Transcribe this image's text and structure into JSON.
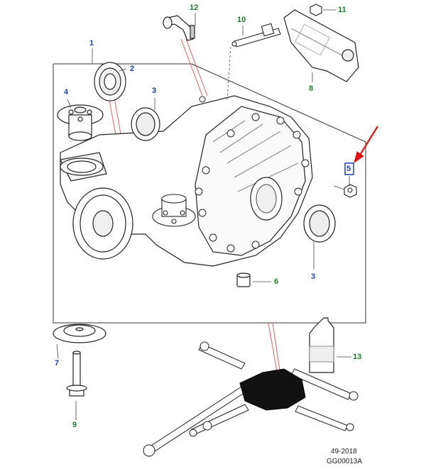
{
  "callouts": {
    "c1": "1",
    "c2": "2",
    "c3a": "3",
    "c3b": "3",
    "c4": "4",
    "c5": "5",
    "c6": "6",
    "c7": "7",
    "c8": "8",
    "c9": "9",
    "c10": "10",
    "c11": "11",
    "c12": "12",
    "c13": "13"
  },
  "footer": {
    "date_code": "49-2018",
    "drawing_code": "GG00013A"
  },
  "colors": {
    "blue_callout": "#1a3fb0",
    "green_callout": "#1f7a2a",
    "highlight_box": "#1a3fb0",
    "pointer_arrow": "#e01010",
    "leader_red": "#e05050"
  }
}
